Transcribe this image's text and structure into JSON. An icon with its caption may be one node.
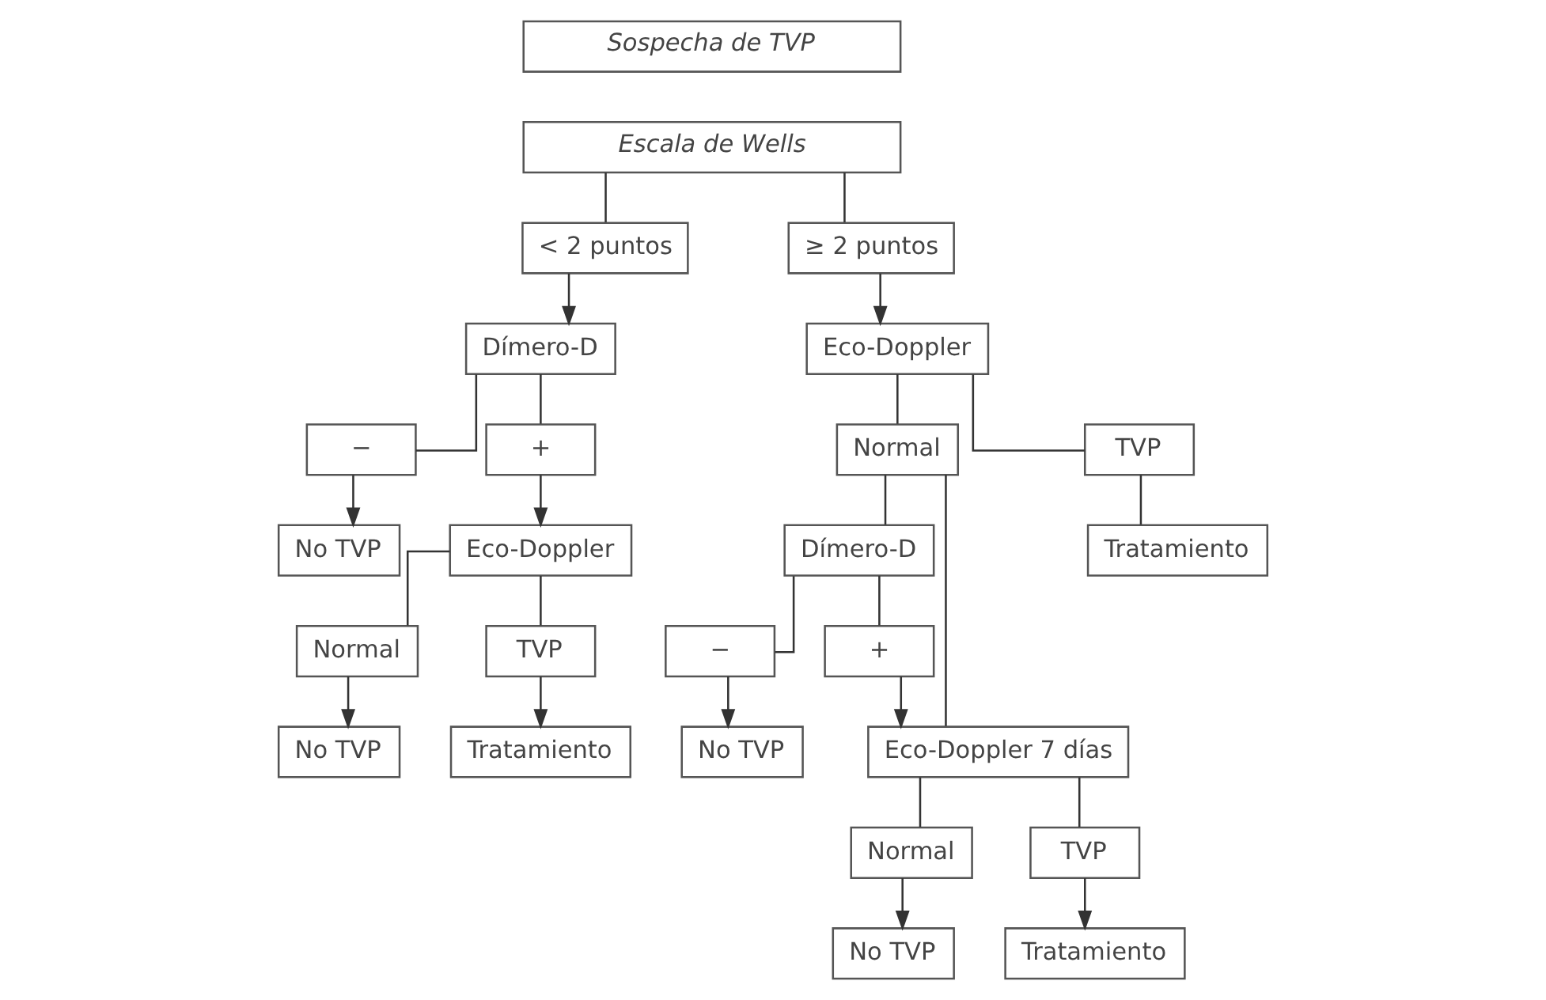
{
  "diagram": {
    "nodes": [
      {
        "text": [
          "Sospecha de TVP"
        ]
      },
      {
        "text": [
          "Escala de Wells"
        ]
      },
      {
        "text": [
          "< 2 puntos"
        ]
      },
      {
        "text": [
          "≥ 2 puntos"
        ]
      },
      {
        "text": [
          "Dímero-D"
        ]
      },
      {
        "text": [
          "−"
        ]
      },
      {
        "text": [
          "+"
        ]
      },
      {
        "text": [
          "No TVP"
        ]
      },
      {
        "text": [
          "Eco-Doppler"
        ]
      },
      {
        "text": [
          "Normal"
        ]
      },
      {
        "text": [
          "TVP"
        ]
      },
      {
        "text": [
          "No TVP"
        ]
      },
      {
        "text": [
          "Tratamiento"
        ]
      },
      {
        "text": [
          "Eco-Doppler"
        ]
      },
      {
        "text": [
          "Normal"
        ]
      },
      {
        "text": [
          "TVP"
        ]
      },
      {
        "text": [
          "Dímero-D"
        ]
      },
      {
        "text": [
          "Eco-Doppler 7 días"
        ]
      },
      {
        "text": [
          "Tratamiento"
        ]
      },
      {
        "text": [
          "−"
        ]
      },
      {
        "text": [
          "+"
        ]
      },
      {
        "text": [
          "No TVP"
        ]
      },
      {
        "text": [
          "Normal"
        ]
      },
      {
        "text": [
          "TVP"
        ]
      },
      {
        "text": [
          "No TVP"
        ]
      },
      {
        "text": [
          "Tratamiento"
        ]
      }
    ],
    "edges": [
      {
        "from": 1,
        "to": 2,
        "arrow": "none"
      },
      {
        "from": 1,
        "to": 3,
        "arrow": "none"
      },
      {
        "from": 2,
        "to": 4,
        "arrow": "to"
      },
      {
        "from": 4,
        "to": 5,
        "arrow": "none"
      },
      {
        "from": 4,
        "to": 6,
        "arrow": "none"
      },
      {
        "from": 5,
        "to": 7,
        "arrow": "to"
      },
      {
        "from": 6,
        "to": 8,
        "arrow": "to"
      },
      {
        "from": 8,
        "to": 9,
        "arrow": "none"
      },
      {
        "from": 8,
        "to": 10,
        "arrow": "none"
      },
      {
        "from": 9,
        "to": 11,
        "arrow": "to"
      },
      {
        "from": 10,
        "to": 12,
        "arrow": "to"
      },
      {
        "from": 3,
        "to": 13,
        "arrow": "to"
      },
      {
        "from": 13,
        "to": 14,
        "arrow": "none"
      },
      {
        "from": 13,
        "to": 15,
        "arrow": "none"
      },
      {
        "from": 15,
        "to": 18,
        "arrow": "none"
      },
      {
        "from": 14,
        "to": 16,
        "arrow": "none"
      },
      {
        "from": 14,
        "to": 17,
        "arrow": "none"
      },
      {
        "from": 16,
        "to": 19,
        "arrow": "none"
      },
      {
        "from": 16,
        "to": 20,
        "arrow": "none"
      },
      {
        "from": 19,
        "to": 21,
        "arrow": "to"
      },
      {
        "from": 20,
        "to": 17,
        "arrow": "to"
      },
      {
        "from": 17,
        "to": 22,
        "arrow": "none"
      },
      {
        "from": 17,
        "to": 23,
        "arrow": "none"
      },
      {
        "from": 22,
        "to": 24,
        "arrow": "to"
      },
      {
        "from": 23,
        "to": 25,
        "arrow": "to"
      }
    ]
  }
}
